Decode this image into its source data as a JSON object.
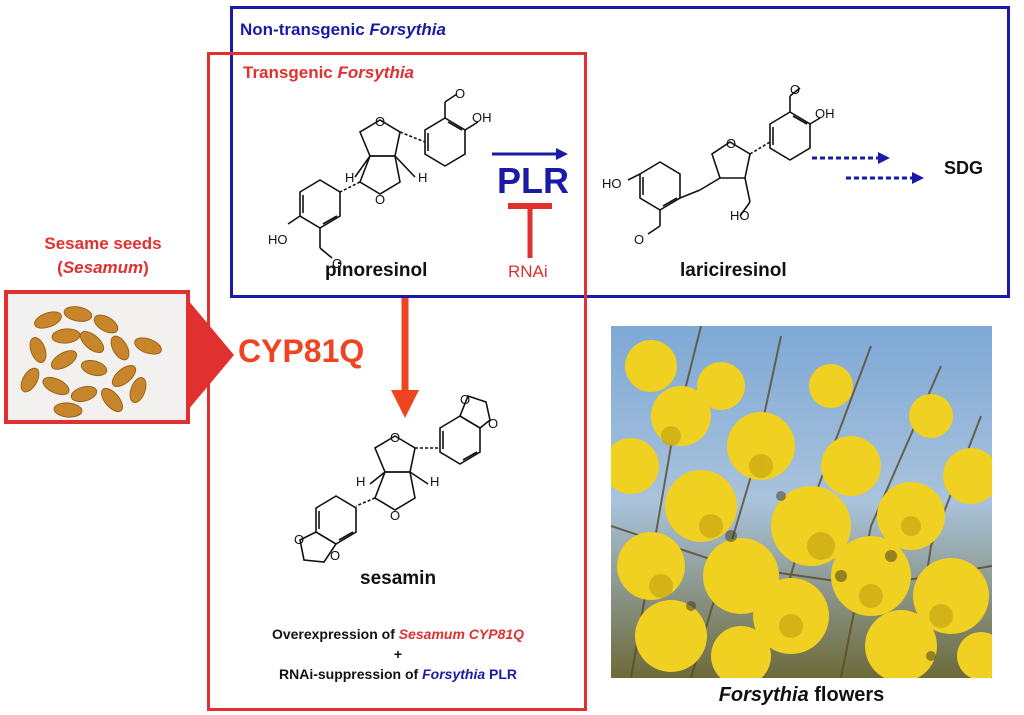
{
  "nontransgenic": {
    "prefix": "Non-transgenic ",
    "genus": "Forsythia"
  },
  "transgenic": {
    "prefix": "Transgenic ",
    "genus": "Forsythia"
  },
  "compounds": {
    "pinoresinol": "pinoresinol",
    "lariciresinol": "lariciresinol",
    "sesamin": "sesamin",
    "sdg": "SDG"
  },
  "enzymes": {
    "plr": "PLR",
    "rnai": "RNAi",
    "cyp": "CYP81Q"
  },
  "sesame": {
    "line1": "Sesame seeds",
    "open": "(",
    "genus": "Sesamum",
    "close": ")"
  },
  "atoms": {
    "o": "O",
    "oh": "OH",
    "ho": "HO",
    "h": "H",
    "methoxy": "O"
  },
  "caption": {
    "line1_prefix": "Overexpression of ",
    "line1_species": "Sesamum CYP81Q",
    "plus": "+",
    "line2_prefix": "RNAi-suppression of ",
    "line2_species": "Forsythia",
    "line2_suffix": " PLR"
  },
  "photo": {
    "genus": "Forsythia",
    "suffix": " flowers"
  },
  "colors": {
    "blue": "#1a1aa6",
    "red": "#e03030",
    "orange": "#ee4422",
    "seed": "#c8862c",
    "flower": "#f0d020"
  }
}
